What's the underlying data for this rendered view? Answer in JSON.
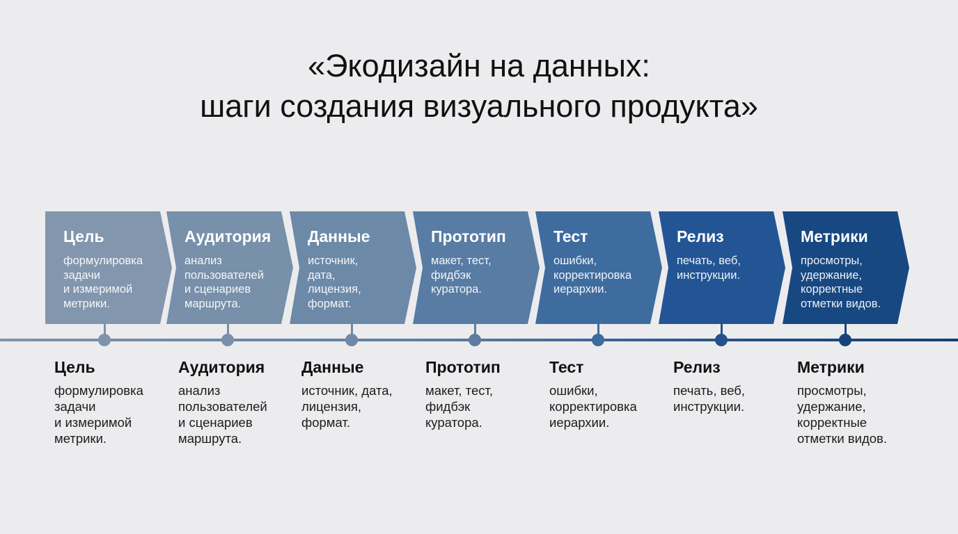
{
  "title": {
    "line1": "«Экодизайн на данных:",
    "line2": "шаги создания визуального продукта»"
  },
  "steps": [
    {
      "name": "Цель",
      "chevron_desc": [
        "формулировка",
        "задачи",
        "и измеримой",
        "метрики."
      ],
      "detail_desc": [
        "формулировка",
        "задачи",
        "и измеримой",
        "метрики."
      ],
      "color": "#8296ad",
      "line_color": "#7f93aa"
    },
    {
      "name": "Аудитория",
      "chevron_desc": [
        "анализ",
        "пользователей",
        "и сценариев",
        "маршрута."
      ],
      "detail_desc": [
        "анализ",
        "пользователей",
        "и сценариев",
        "маршрута."
      ],
      "color": "#7890a9",
      "line_color": "#7a8fa8"
    },
    {
      "name": "Данные",
      "chevron_desc": [
        "источник,",
        "дата,",
        "лицензия,",
        "формат."
      ],
      "detail_desc": [
        "источник, дата,",
        "лицензия,",
        "формат."
      ],
      "color": "#6d89a8",
      "line_color": "#6f88a6"
    },
    {
      "name": "Прототип",
      "chevron_desc": [
        "макет, тест,",
        "фидбэк",
        "куратора."
      ],
      "detail_desc": [
        "макет, тест,",
        "фидбэк",
        "куратора."
      ],
      "color": "#587ca4",
      "line_color": "#5d7ca1"
    },
    {
      "name": "Тест",
      "chevron_desc": [
        "ошибки,",
        "корректировка",
        "иерархии."
      ],
      "detail_desc": [
        "ошибки,",
        "корректировка",
        "иерархии."
      ],
      "color": "#3f6c9f",
      "line_color": "#3e6a9c"
    },
    {
      "name": "Релиз",
      "chevron_desc": [
        "печать, веб,",
        "инструкции."
      ],
      "detail_desc": [
        "печать, веб,",
        "инструкции."
      ],
      "color": "#235594",
      "line_color": "#24528c"
    },
    {
      "name": "Метрики",
      "chevron_desc": [
        "просмотры,",
        "удержание,",
        "корректные",
        "отметки видов."
      ],
      "detail_desc": [
        "просмотры,",
        "удержание,",
        "корректные",
        "отметки видов."
      ],
      "color": "#174882",
      "line_color": "#16437c"
    }
  ]
}
